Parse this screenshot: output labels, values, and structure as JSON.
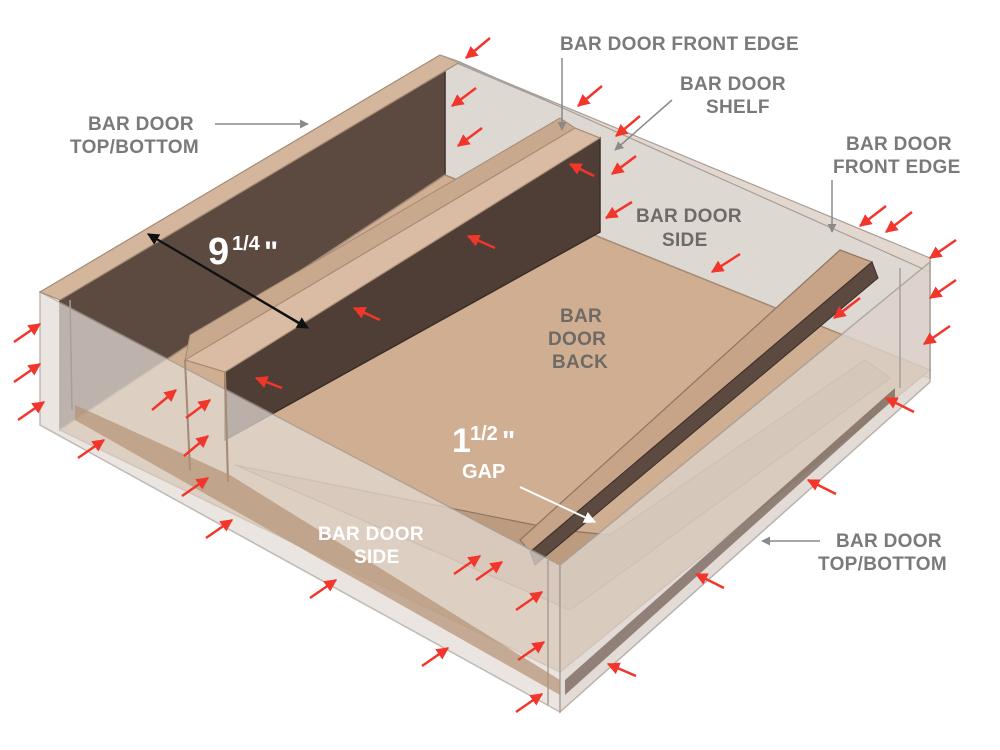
{
  "labels": {
    "top_bottom_left": [
      "BAR DOOR",
      "TOP/BOTTOM"
    ],
    "front_edge_top": "BAR DOOR FRONT EDGE",
    "shelf": [
      "BAR DOOR",
      "SHELF"
    ],
    "front_edge_right": [
      "BAR DOOR",
      "FRONT EDGE"
    ],
    "side_back": [
      "BAR DOOR",
      "SIDE"
    ],
    "back": [
      "BAR",
      "DOOR",
      "BACK"
    ],
    "side_front": [
      "BAR DOOR",
      "SIDE"
    ],
    "top_bottom_right": [
      "BAR DOOR",
      "TOP/BOTTOM"
    ]
  },
  "dimensions": {
    "depth": {
      "whole": "9",
      "fraction": "1/4",
      "unit": "\""
    },
    "gap": {
      "whole": "1",
      "fraction": "1/2",
      "unit": "\"",
      "caption": "GAP"
    }
  },
  "colors": {
    "label_grey": "#7a7a7a",
    "arrow_red": "#f2362b",
    "wood_light": "#c8a88d",
    "wood_dark": "#5c4a40",
    "panel_clear": "#ddd6d1"
  }
}
